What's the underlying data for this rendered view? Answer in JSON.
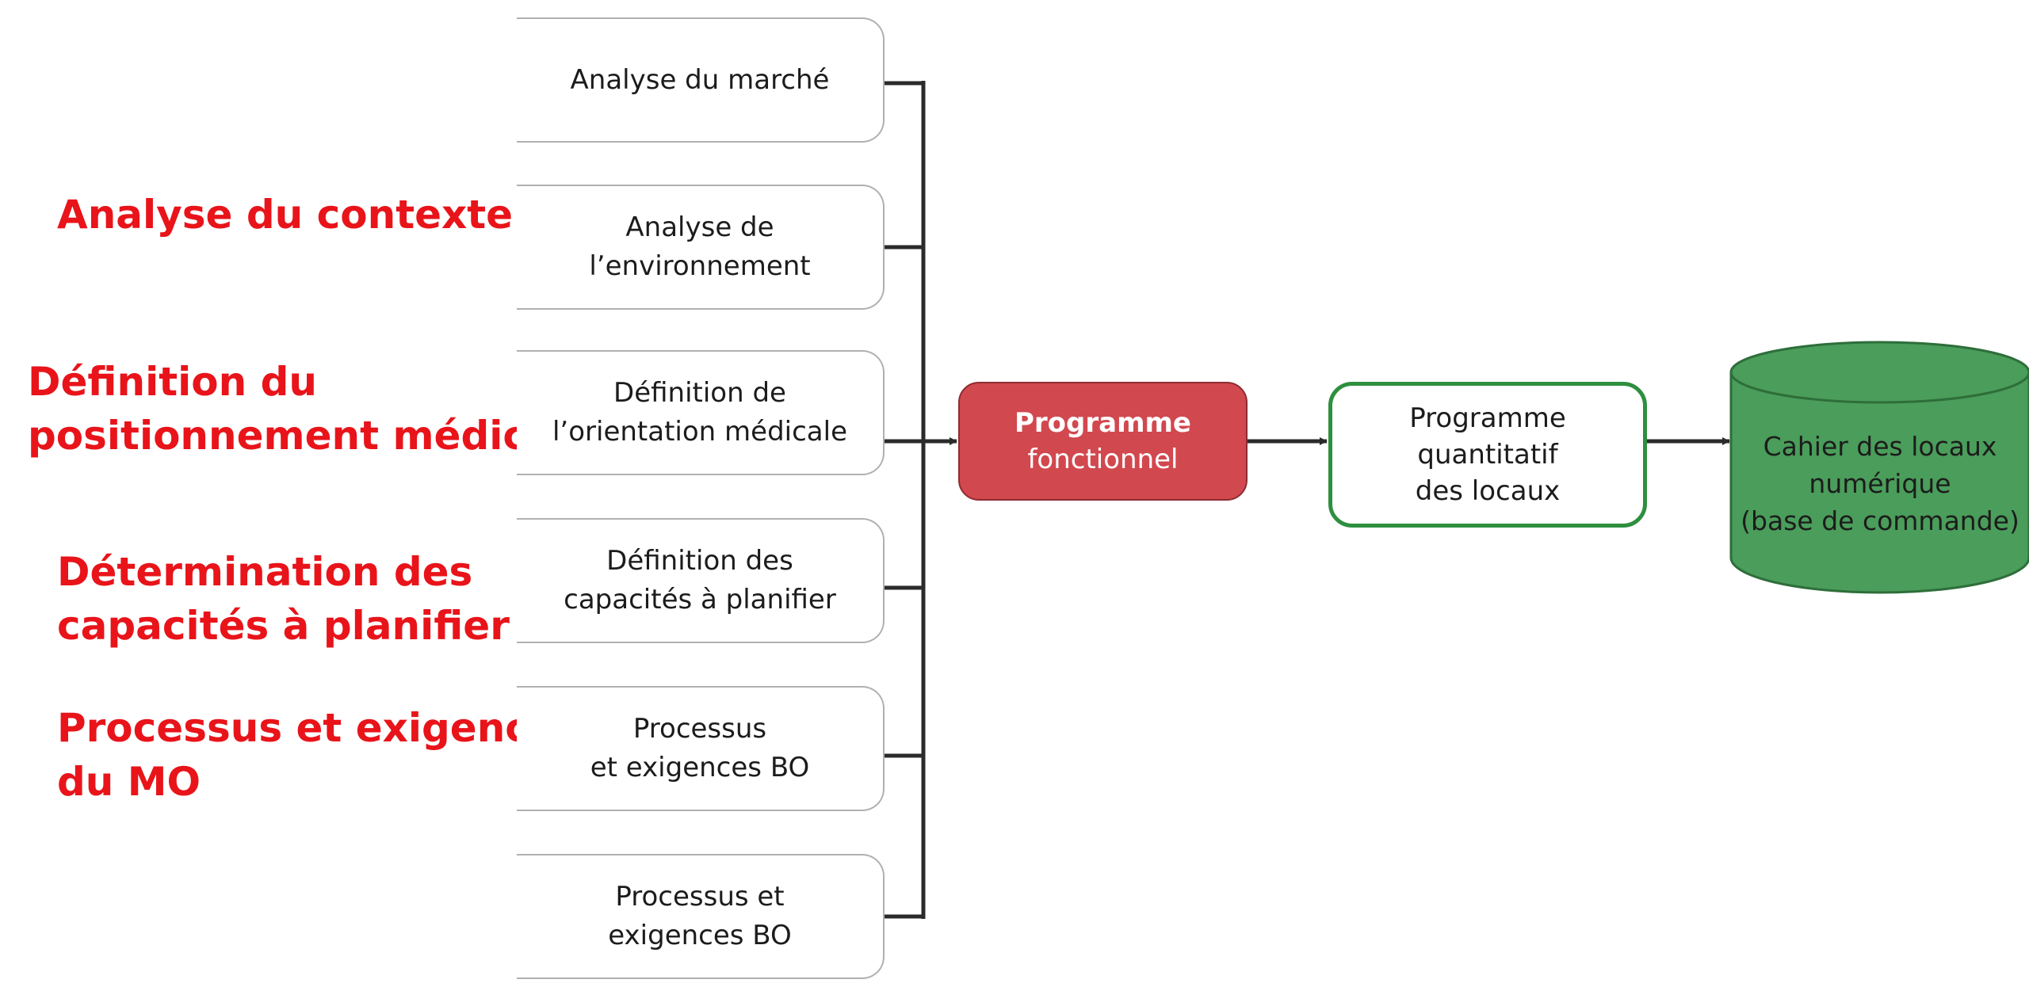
{
  "section_labels": {
    "contexte": "Analyse du contexte",
    "positionnement": "Définition du\npositionnement médical",
    "capacites": "Détermination des\ncapacités à planifier",
    "processus": "Processus et exigences\ndu MO"
  },
  "inputs": [
    "Analyse du marché",
    "Analyse de\nl’environnement",
    "Définition de\nl’orientation médicale",
    "Définition des\ncapacités à planifier",
    "Processus\net exigences BO",
    "Processus et\nexigences BO"
  ],
  "programme_fonctionnel": {
    "line1": "Programme",
    "line2": "fonctionnel"
  },
  "programme_quantitatif": "Programme\nquantitatif\ndes locaux",
  "cahier": "Cahier des locaux\nnumérique\n(base de commande)",
  "colors": {
    "label_red": "#e8141a",
    "programme_fill": "#d2484f",
    "green_border": "#2e8f3f",
    "cylinder_fill": "#4a9d5a",
    "connector": "#2b2b2b"
  }
}
